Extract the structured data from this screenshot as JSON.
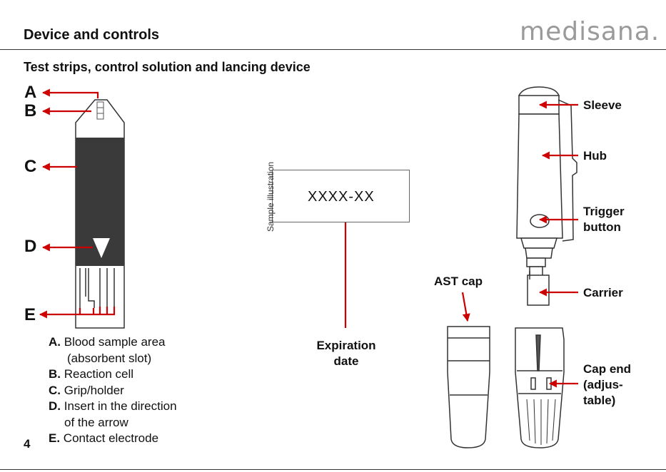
{
  "header": {
    "title": "Device and controls",
    "logo": "medisana.",
    "subtitle": "Test strips, control solution and lancing device"
  },
  "strip": {
    "letters": {
      "a": "A",
      "b": "B",
      "c": "C",
      "d": "D",
      "e": "E"
    }
  },
  "legend": {
    "a_key": "A.",
    "a_text": "Blood sample area",
    "a_text2": "(absorbent slot)",
    "b_key": "B.",
    "b_text": "Reaction cell",
    "c_key": "C.",
    "c_text": "Grip/holder",
    "d_key": "D.",
    "d_text": "Insert in the direction",
    "d_text2": "of the arrow",
    "e_key": "E.",
    "e_text": "Contact electrode"
  },
  "sample": {
    "rotated_label": "Sample illustration",
    "code": "XXXX-XX",
    "expiration_line1": "Expiration",
    "expiration_line2": "date"
  },
  "lancing_device": {
    "sleeve": "Sleeve",
    "hub": "Hub",
    "trigger_line1": "Trigger",
    "trigger_line2": "button",
    "carrier": "Carrier",
    "ast_cap": "AST cap",
    "cap_end_line1": "Cap end",
    "cap_end_line2": "(adjus-",
    "cap_end_line3": "table)"
  },
  "page": {
    "number": "4"
  },
  "colors": {
    "accent_red": "#cc0000",
    "logo_gray": "#9a9a9a"
  }
}
